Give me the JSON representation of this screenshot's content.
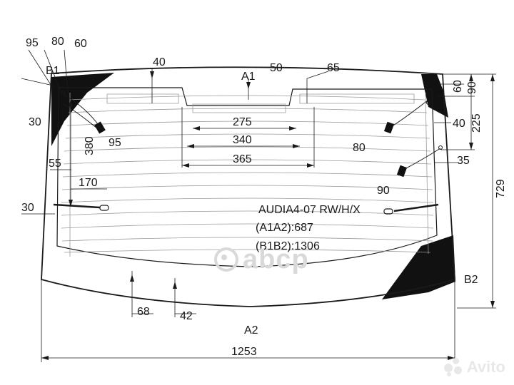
{
  "labels": {
    "b1": "B1",
    "b2": "B2",
    "a1": "A1",
    "a2": "A2"
  },
  "dimensions": {
    "d95_top": "95",
    "d80_top": "80",
    "d60_top": "60",
    "d40_top": "40",
    "d50_top": "50",
    "d65_top": "65",
    "d60_right": "60",
    "d90_right": "90",
    "d225": "225",
    "d729": "729",
    "d40_right": "40",
    "d35": "35",
    "d80_right": "80",
    "d90_right_low": "90",
    "d275": "275",
    "d340": "340",
    "d365": "365",
    "d30_left": "30",
    "d95_left": "95",
    "d380": "380",
    "d55": "55",
    "d170": "170",
    "d30_left_low": "30",
    "d68": "68",
    "d42": "42",
    "d1253": "1253"
  },
  "info": {
    "model": "AUDIA4-07 RW/H/X",
    "a1a2": "(A1A2):687",
    "b1b2": "(B1B2):1306"
  },
  "watermark": {
    "brand": "abcp",
    "site": "Avito"
  },
  "colors": {
    "line": "#1a1a1a",
    "heater": "#9a9a9a",
    "ceramic": "#111111"
  }
}
